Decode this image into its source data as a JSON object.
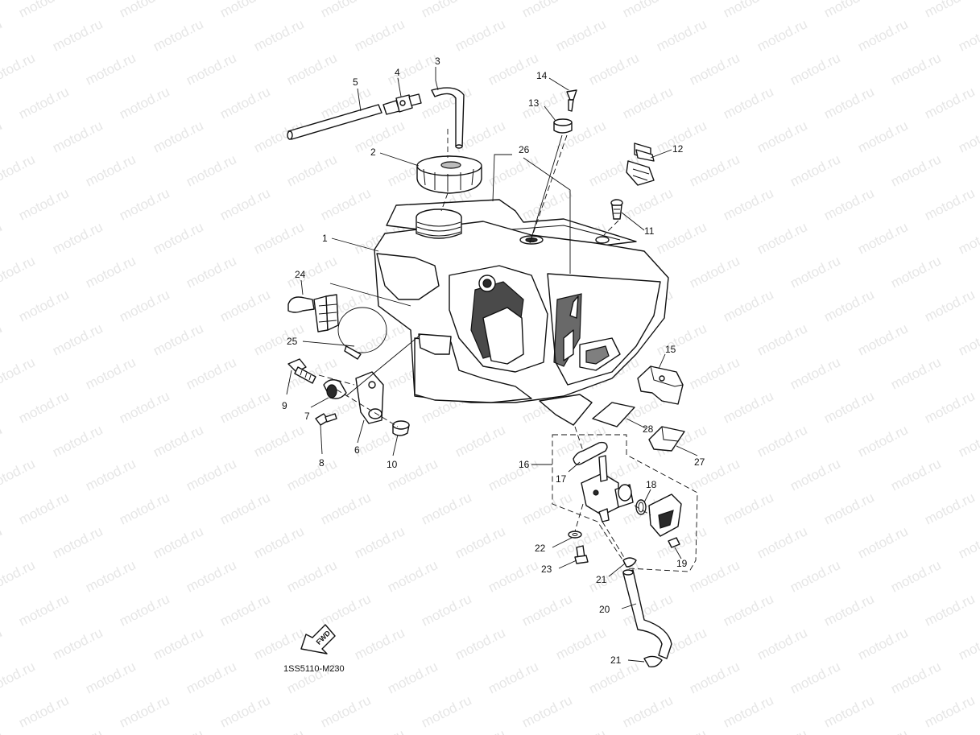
{
  "watermark": {
    "text": "motod.ru"
  },
  "diagram_code": "1SS5110-M230",
  "fwd_label": "FWD",
  "callouts": {
    "c1": "1",
    "c2": "2",
    "c3": "3",
    "c4": "4",
    "c5": "5",
    "c6": "6",
    "c7": "7",
    "c8": "8",
    "c9": "9",
    "c10": "10",
    "c11": "11",
    "c12": "12",
    "c13": "13",
    "c14": "14",
    "c15": "15",
    "c16": "16",
    "c17": "17",
    "c18": "18",
    "c19": "19",
    "c20": "20",
    "c21a": "21",
    "c21b": "21",
    "c22": "22",
    "c23": "23",
    "c24": "24",
    "c25": "25",
    "c26": "26",
    "c27": "27",
    "c28": "28"
  }
}
